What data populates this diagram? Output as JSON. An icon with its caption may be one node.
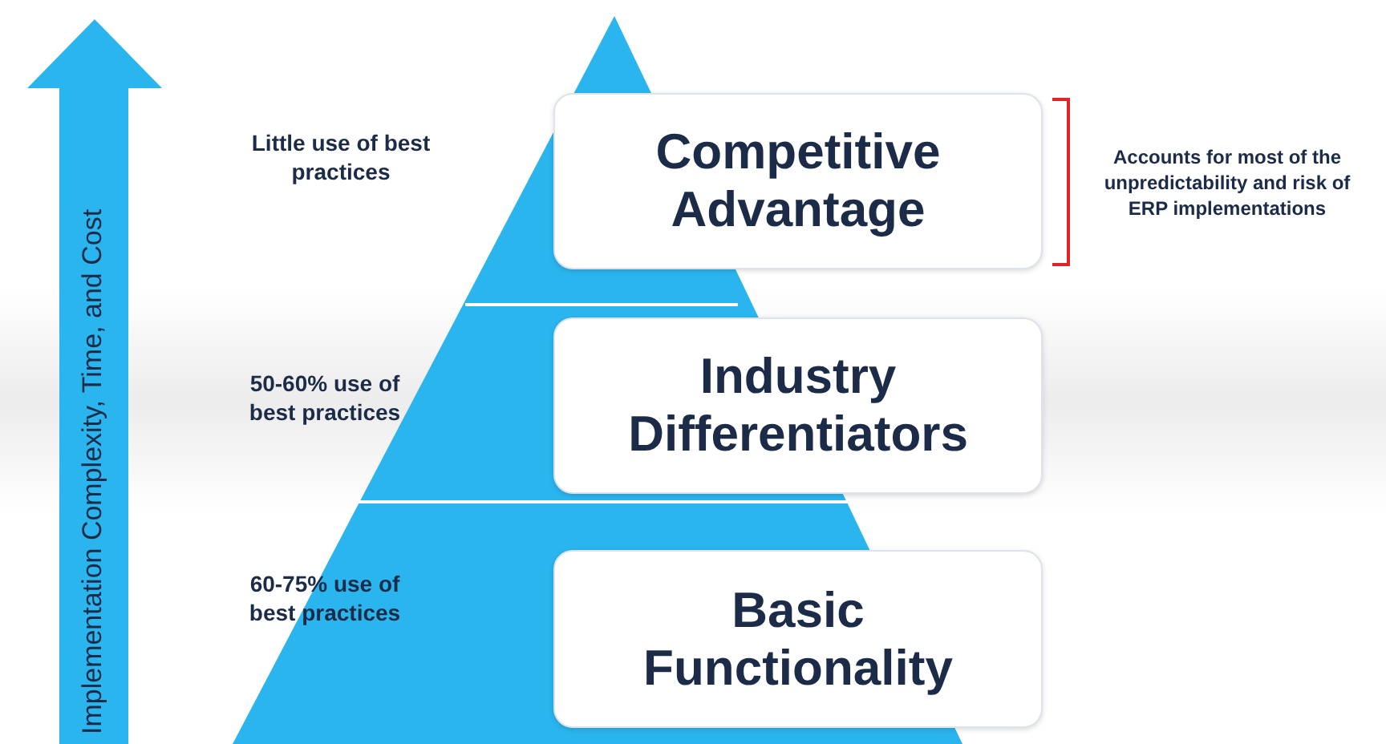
{
  "diagram": {
    "nodes": [
      {
        "text": [
          "Competitive Advantage"
        ]
      },
      {
        "text": [
          "Industry Differentiators"
        ]
      },
      {
        "text": [
          "Basic Functionality"
        ]
      }
    ],
    "edges": [],
    "labels": [
      "Implementation Complexity, Time, and Cost",
      "Little use of best practices",
      "Accounts for most of the unpredictability and risk of ERP implementations",
      "50-60% use of best practices",
      "60-75% use of best practices"
    ]
  }
}
